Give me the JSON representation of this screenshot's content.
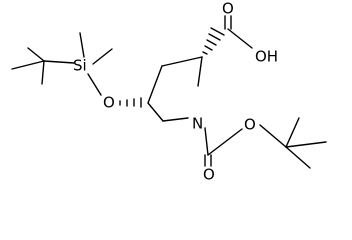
{
  "molecule": {
    "atom_labels": {
      "si": "Si",
      "o_ether": "O",
      "n": "N",
      "o_carbonyl_acid": "O",
      "oh_acid": "OH",
      "o_carbonyl_boc": "O",
      "o_ester_boc": "O"
    },
    "stereo_bonds": {
      "c2_to_carboxyl": "hashed-wedge",
      "c4_to_oxygen": "hashed-wedge"
    },
    "colors": {
      "bond": "#000000",
      "text": "#000000",
      "background": "#ffffff"
    }
  }
}
